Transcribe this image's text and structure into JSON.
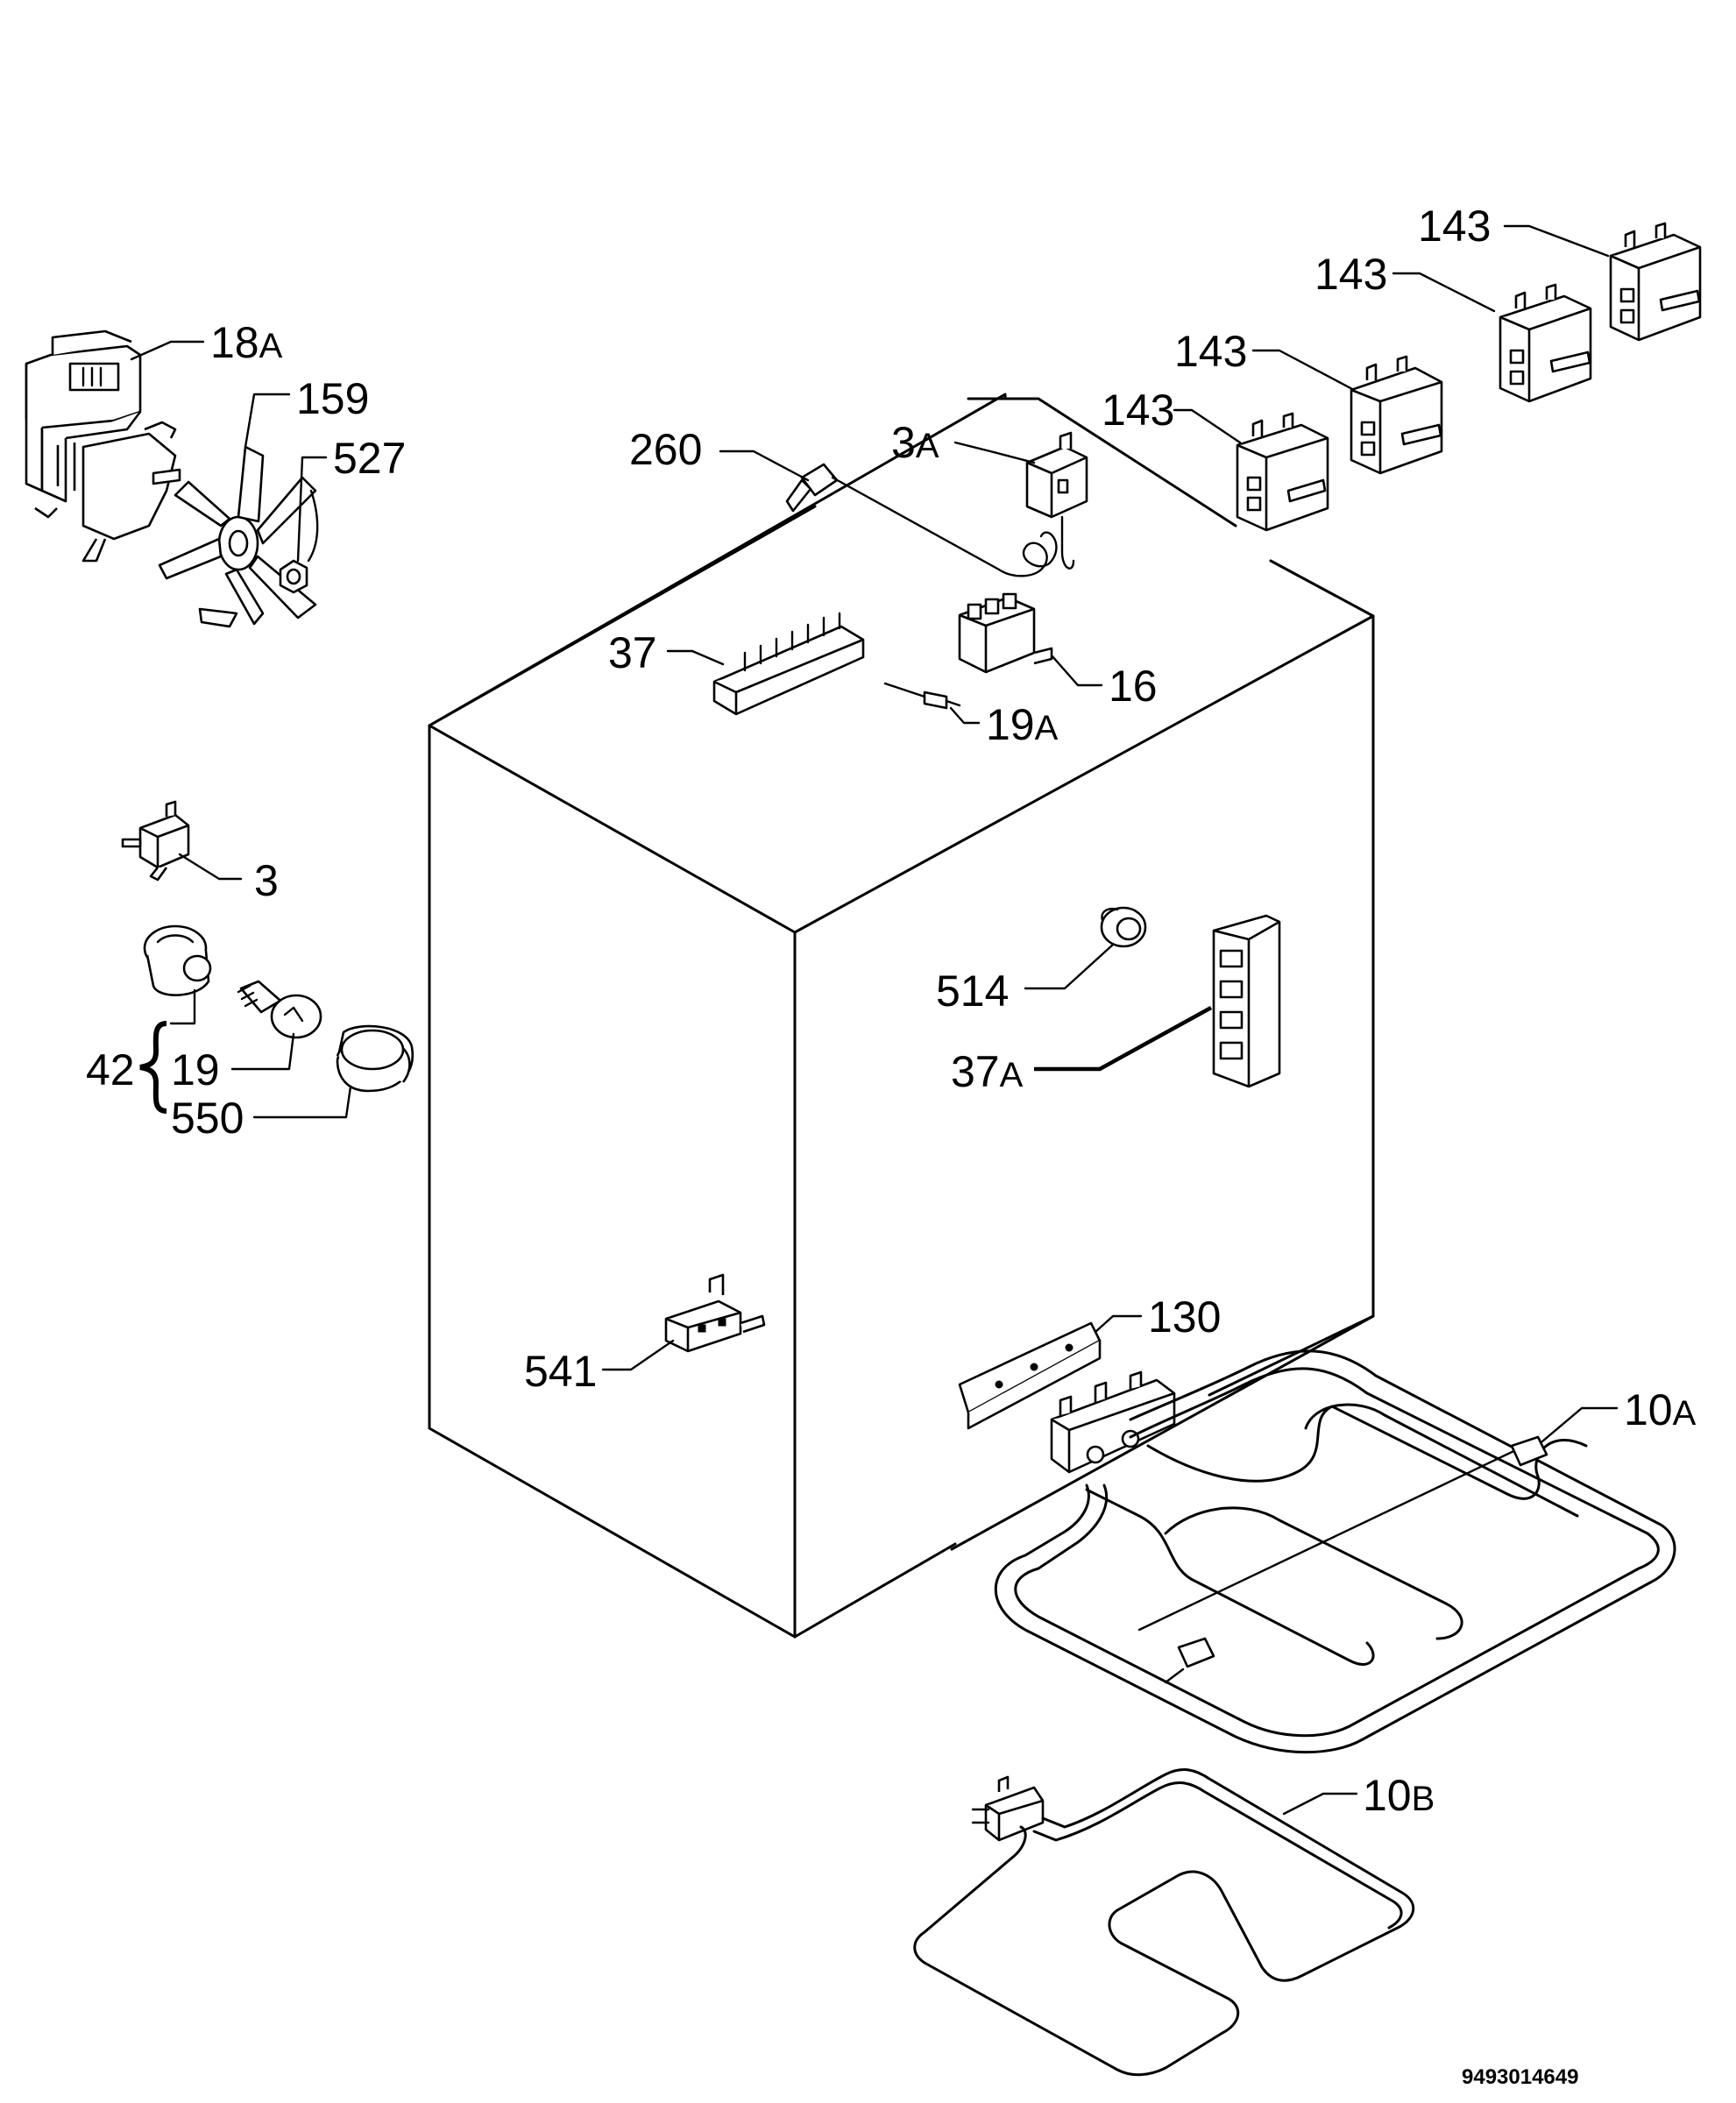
{
  "document_id": "9493014649",
  "callouts": {
    "c18a": {
      "num": "18",
      "suffix": "A"
    },
    "c159": {
      "num": "159",
      "suffix": ""
    },
    "c527": {
      "num": "527",
      "suffix": ""
    },
    "c260": {
      "num": "260",
      "suffix": ""
    },
    "c3a": {
      "num": "3",
      "suffix": "A"
    },
    "c143a": {
      "num": "143",
      "suffix": ""
    },
    "c143b": {
      "num": "143",
      "suffix": ""
    },
    "c143c": {
      "num": "143",
      "suffix": ""
    },
    "c143d": {
      "num": "143",
      "suffix": ""
    },
    "c37": {
      "num": "37",
      "suffix": ""
    },
    "c16": {
      "num": "16",
      "suffix": ""
    },
    "c19a": {
      "num": "19",
      "suffix": "A"
    },
    "c3": {
      "num": "3",
      "suffix": ""
    },
    "c42": {
      "num": "42",
      "suffix": ""
    },
    "c19": {
      "num": "19",
      "suffix": ""
    },
    "c550": {
      "num": "550",
      "suffix": ""
    },
    "c514": {
      "num": "514",
      "suffix": ""
    },
    "c37a": {
      "num": "37",
      "suffix": "A"
    },
    "c541": {
      "num": "541",
      "suffix": ""
    },
    "c130": {
      "num": "130",
      "suffix": ""
    },
    "c10a": {
      "num": "10",
      "suffix": "A"
    },
    "c10b": {
      "num": "10",
      "suffix": "B"
    }
  }
}
